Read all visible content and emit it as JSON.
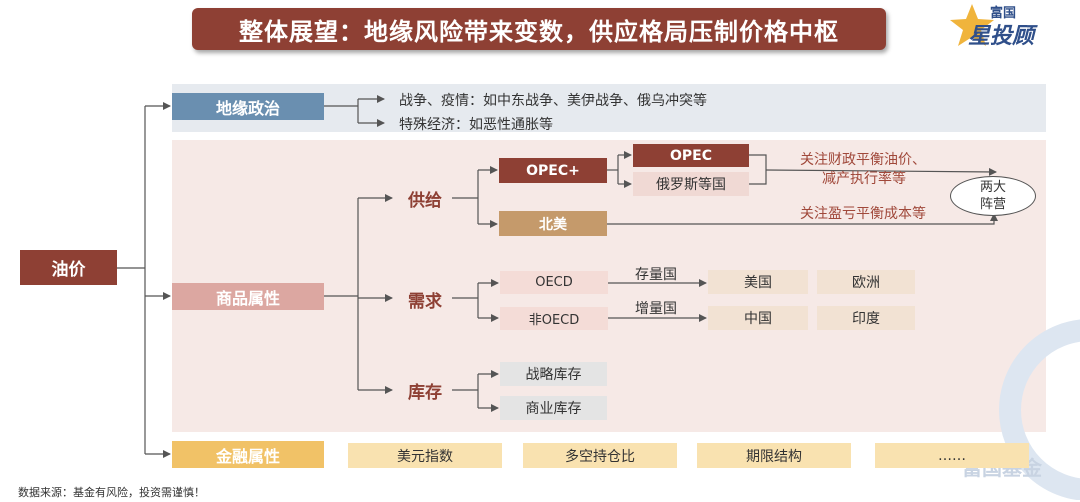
{
  "title": "整体展望：地缘风险带来变数，供应格局压制价格中枢",
  "logo": {
    "top": "富国",
    "bottom": "星投顾"
  },
  "watermark": "富国基金",
  "root": "油价",
  "branches": {
    "geopolitics": "地缘政治",
    "commodity": "商品属性",
    "financial": "金融属性"
  },
  "geo_items": [
    "战争、疫情：如中东战争、美伊战争、俄乌冲突等",
    "特殊经济：如恶性通胀等"
  ],
  "supply": {
    "label": "供给",
    "opec_plus": "OPEC+",
    "opec": "OPEC",
    "russia": "俄罗斯等国",
    "north_america": "北美",
    "note_fiscal_line1": "关注财政平衡油价、",
    "note_fiscal_line2": "减产执行率等",
    "note_cost": "关注盈亏平衡成本等",
    "camps_line1": "两大",
    "camps_line2": "阵营"
  },
  "demand": {
    "label": "需求",
    "oecd": "OECD",
    "non_oecd": "非OECD",
    "stock_country": "存量国",
    "increment_country": "增量国",
    "us": "美国",
    "eu": "欧洲",
    "cn": "中国",
    "in": "印度"
  },
  "inventory": {
    "label": "库存",
    "strategic": "战略库存",
    "commercial": "商业库存"
  },
  "financial_items": [
    "美元指数",
    "多空持仓比",
    "期限结构",
    "……"
  ],
  "source": "数据来源：基金有风险，投资需谨慎！",
  "colors": {
    "brand_brown": "#8e4034",
    "geo_blue": "#6a8fb0",
    "commodity_pink": "#dca7a1",
    "financial_yellow": "#f1c267",
    "note_red": "#a0483a"
  },
  "icons": [
    "star-logo-icon",
    "arrow-right-icon"
  ]
}
